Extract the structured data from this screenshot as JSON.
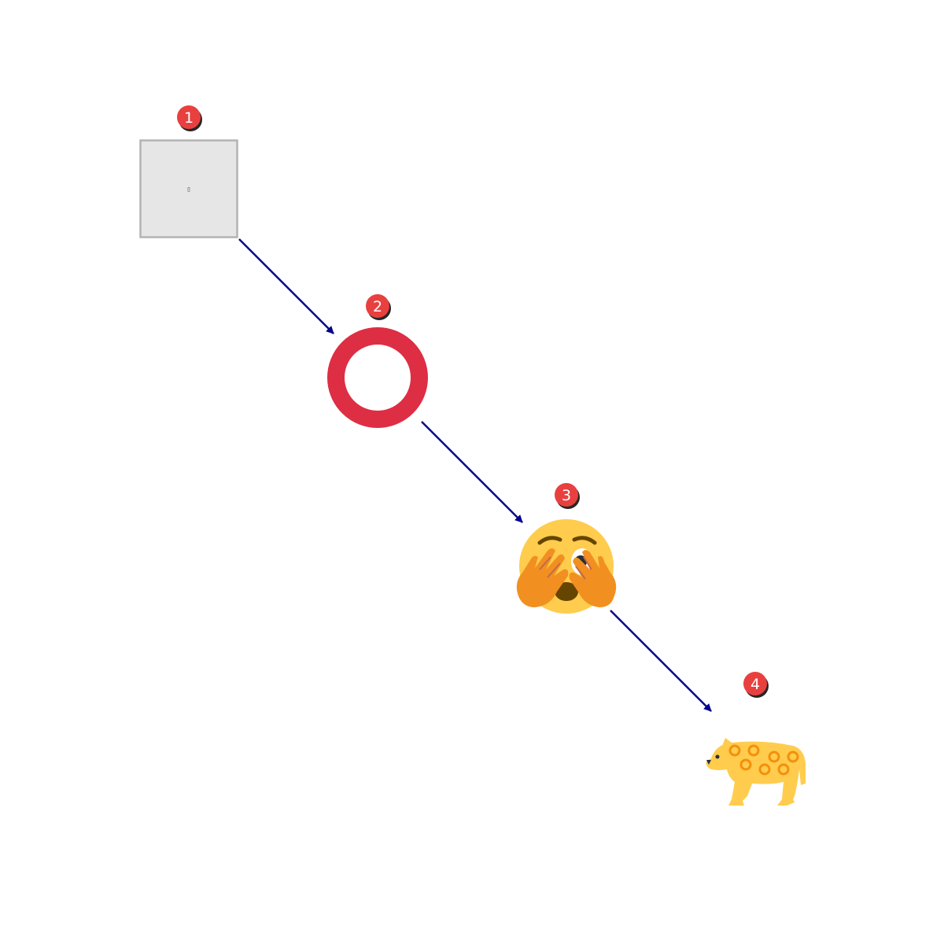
{
  "steps": [
    {
      "number": "1",
      "icon": "missing-image-placeholder-icon",
      "placeholder_glyph": "▯"
    },
    {
      "number": "2",
      "icon": "hollow-red-circle-icon"
    },
    {
      "number": "3",
      "icon": "face-with-open-eyes-and-hand-over-mouth-peeking-icon"
    },
    {
      "number": "4",
      "icon": "leopard-icon"
    }
  ],
  "colors": {
    "badge_fill": "#e8403f",
    "badge_shadow": "#000000",
    "arrow": "#00008b",
    "circle_ring": "#dd2e44",
    "placeholder_fill": "#e6e6e6",
    "placeholder_border": "#b3b3b3",
    "face_yellow": "#ffcc4d",
    "hand_orange": "#f19020",
    "leopard_yellow": "#ffcc4d",
    "leopard_spots": "#f4900c"
  }
}
